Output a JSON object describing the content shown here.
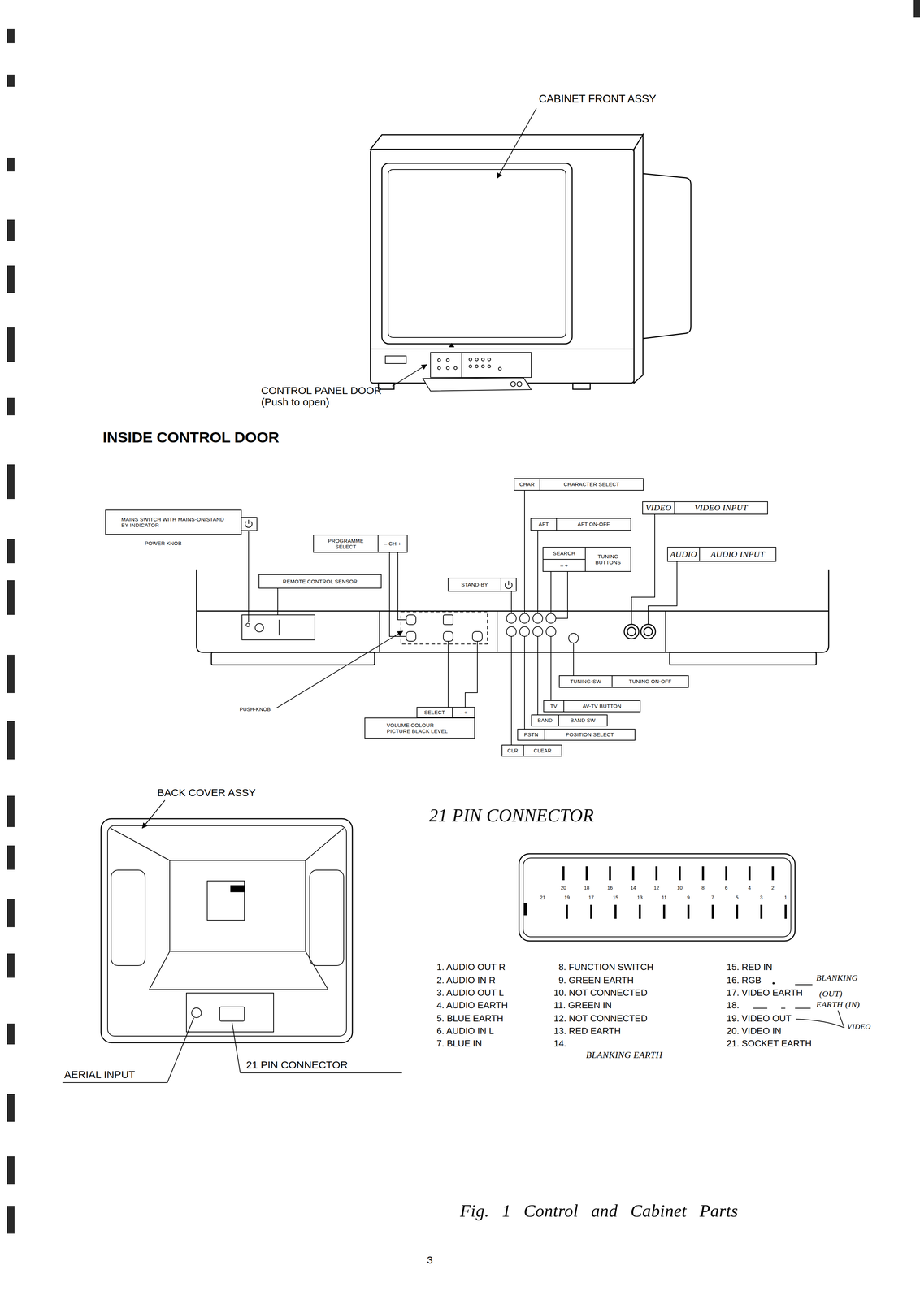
{
  "diagram": {
    "caption": "Fig. 1 Control and Cabinet Parts",
    "nodes": [
      {
        "text": [
          "MAINS SWITCH WITH MAINS-ON/STAND BY INDICATOR",
          "POWER KNOB"
        ]
      },
      {
        "text": [
          "PROGRAMME SELECT",
          "– CH +"
        ]
      },
      {
        "text": [
          "REMOTE CONTROL SENSOR"
        ]
      },
      {
        "text": [
          "STAND-BY"
        ]
      },
      {
        "text": [
          "CHAR",
          "CHARACTER SELECT"
        ]
      },
      {
        "text": [
          "AFT",
          "AFT ON-OFF"
        ]
      },
      {
        "text": [
          "SEARCH",
          "– +",
          "TUNING BUTTONS"
        ]
      },
      {
        "text": [
          "VIDEO",
          "VIDEO INPUT"
        ]
      },
      {
        "text": [
          "AUDIO",
          "AUDIO INPUT"
        ]
      },
      {
        "text": [
          "TUNING-SW",
          "TUNING ON-OFF"
        ]
      },
      {
        "text": [
          "TV",
          "AV-TV BUTTON"
        ]
      },
      {
        "text": [
          "BAND",
          "BAND SW"
        ]
      },
      {
        "text": [
          "PSTN",
          "POSITION SELECT"
        ]
      },
      {
        "text": [
          "CLR",
          "CLEAR"
        ]
      },
      {
        "text": [
          "SELECT",
          "– +"
        ]
      },
      {
        "text": [
          "VOLUME COLOUR PICTURE BLACK LEVEL"
        ]
      }
    ],
    "labels": [
      "CABINET FRONT ASSY",
      "CONTROL PANEL DOOR (Push to open)",
      "INSIDE CONTROL DOOR",
      "PUSH-KNOB",
      "BACK COVER ASSY",
      "AERIAL INPUT",
      "21 PIN CONNECTOR",
      "21 PIN CONNECTOR",
      "20",
      "18",
      "16",
      "14",
      "12",
      "10",
      "8",
      "6",
      "4",
      "2",
      "21",
      "19",
      "17",
      "15",
      "13",
      "11",
      "9",
      "7",
      "5",
      "3",
      "1",
      "1. AUDIO OUT R",
      "2. AUDIO IN R",
      "3. AUDIO OUT L",
      "4. AUDIO EARTH",
      "5. BLUE EARTH",
      "6. AUDIO IN L",
      "7. BLUE IN",
      "8. FUNCTION SWITCH",
      "9. GREEN EARTH",
      "10. NOT CONNECTED",
      "11. GREEN IN",
      "12. NOT CONNECTED",
      "13. RED EARTH",
      "14.",
      "BLANKING EARTH",
      "15. RED IN",
      "16. RGB",
      "BLANKING",
      "17. VIDEO EARTH",
      "(OUT)",
      "18.",
      "EARTH (IN)",
      "19. VIDEO OUT",
      "VIDEO",
      "20. VIDEO IN",
      "21. SOCKET EARTH",
      "3"
    ]
  }
}
